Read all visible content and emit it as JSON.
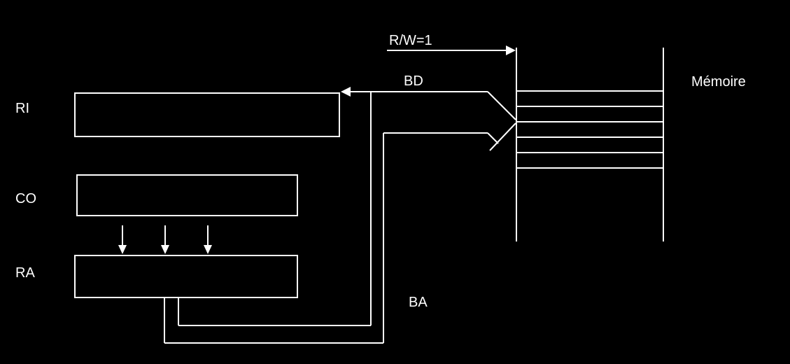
{
  "diagram": {
    "colors": {
      "background": "#000000",
      "line": "#ffffff"
    },
    "labels": {
      "ri": "RI",
      "co": "CO",
      "ra": "RA",
      "rw_signal": "R/W=1",
      "bd_bus": "BD",
      "ba_bus": "BA",
      "memory": "Mémoire"
    },
    "memory": {
      "cell_lines": 6
    }
  }
}
